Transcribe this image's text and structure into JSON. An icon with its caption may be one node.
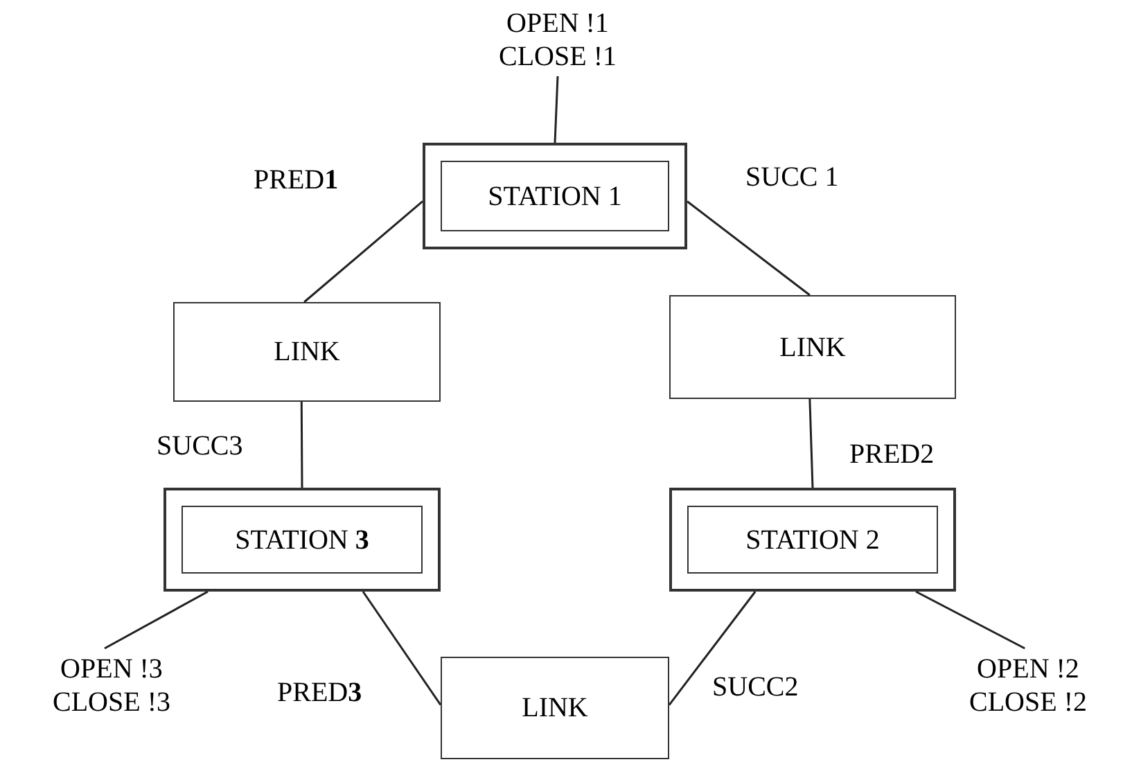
{
  "diagram": {
    "nodes": [
      {
        "text": [
          "OPEN !1 CLOSE !1"
        ]
      },
      {
        "text": [
          "STATION 1"
        ]
      },
      {
        "text": [
          "LINK"
        ]
      },
      {
        "text": [
          "LINK"
        ]
      },
      {
        "text": [
          "STATION **3**"
        ]
      },
      {
        "text": [
          "STATION 2"
        ]
      },
      {
        "text": [
          "OPEN !3 CLOSE !3"
        ]
      },
      {
        "text": [
          "LINK"
        ]
      },
      {
        "text": [
          "OPEN !2 CLOSE !2"
        ]
      }
    ],
    "edges": [
      {
        "from": 1,
        "to": 0,
        "arrow": "none"
      },
      {
        "from": 1,
        "to": 2,
        "arrow": "none",
        "label": "PRED**1**"
      },
      {
        "from": 1,
        "to": 3,
        "arrow": "none",
        "label": "SUCC 1"
      },
      {
        "from": 2,
        "to": 4,
        "arrow": "none",
        "label": "SUCC3"
      },
      {
        "from": 3,
        "to": 5,
        "arrow": "none",
        "label": "PRED2"
      },
      {
        "from": 4,
        "to": 6,
        "arrow": "none"
      },
      {
        "from": 4,
        "to": 7,
        "arrow": "none",
        "label": "PRED**3**"
      },
      {
        "from": 5,
        "to": 7,
        "arrow": "none",
        "label": "SUCC2"
      },
      {
        "from": 5,
        "to": 8,
        "arrow": "none"
      }
    ]
  }
}
